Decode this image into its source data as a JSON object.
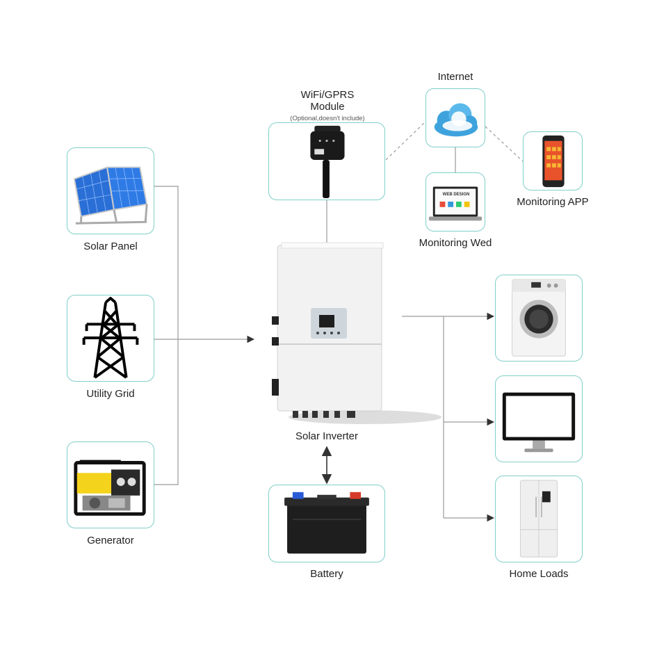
{
  "nodes": {
    "solar_panel": "Solar Panel",
    "utility_grid": "Utility Grid",
    "generator": "Generator",
    "wifi_title": "WiFi/GPRS",
    "wifi_module": "Module",
    "wifi_note": "(Optional,doesn't include)",
    "internet": "Internet",
    "monitoring_web": "Monitoring Wed",
    "monitoring_app": "Monitoring APP",
    "inverter": "Solar Inverter",
    "battery": "Battery",
    "home_loads": "Home Loads",
    "laptop_screen": "WEB DESIGN"
  },
  "colors": {
    "accent": "#7fcfc9",
    "wire": "#9a9a9a",
    "arrow": "#333333",
    "solar_cell": "#2a6fd6",
    "cloud": "#3ea3dc",
    "generator_yellow": "#f4d31c"
  }
}
